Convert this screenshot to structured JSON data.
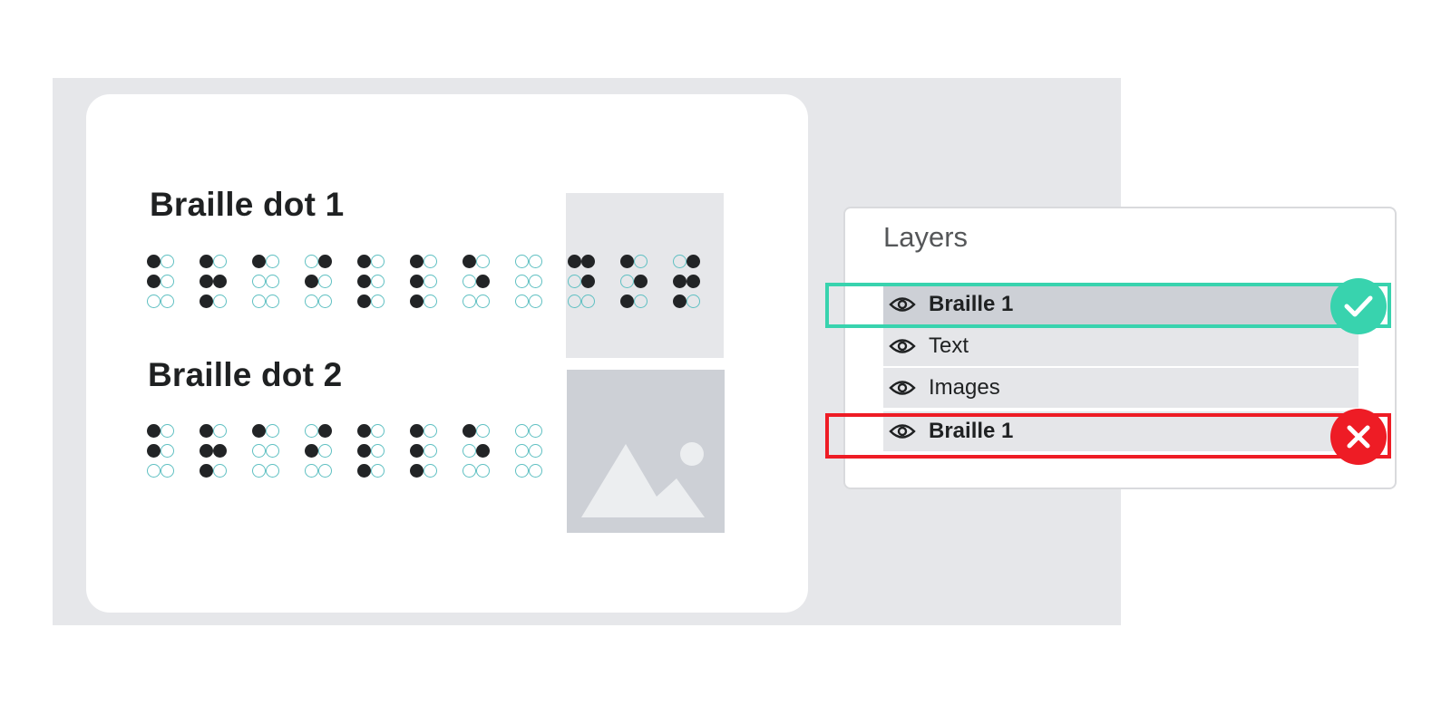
{
  "canvas": {
    "headings": [
      "Braille dot 1",
      "Braille dot 2"
    ],
    "braille_row_1": [
      [
        1,
        0,
        1,
        0,
        0,
        0
      ],
      [
        1,
        0,
        1,
        1,
        1,
        0
      ],
      [
        1,
        0,
        0,
        0,
        0,
        0
      ],
      [
        0,
        1,
        1,
        0,
        0,
        0
      ],
      [
        1,
        0,
        1,
        0,
        1,
        0
      ],
      [
        1,
        0,
        1,
        0,
        1,
        0
      ],
      [
        1,
        0,
        0,
        1,
        0,
        0
      ],
      [
        0,
        0,
        0,
        0,
        0,
        0
      ],
      [
        1,
        1,
        0,
        1,
        0,
        0
      ],
      [
        1,
        0,
        0,
        1,
        1,
        0
      ],
      [
        0,
        1,
        1,
        1,
        1,
        0
      ]
    ],
    "braille_row_2": [
      [
        1,
        0,
        1,
        0,
        0,
        0
      ],
      [
        1,
        0,
        1,
        1,
        1,
        0
      ],
      [
        1,
        0,
        0,
        0,
        0,
        0
      ],
      [
        0,
        1,
        1,
        0,
        0,
        0
      ],
      [
        1,
        0,
        1,
        0,
        1,
        0
      ],
      [
        1,
        0,
        1,
        0,
        1,
        0
      ],
      [
        1,
        0,
        0,
        1,
        0,
        0
      ],
      [
        0,
        0,
        0,
        0,
        0,
        0
      ]
    ]
  },
  "layers_panel": {
    "title": "Layers",
    "items": [
      {
        "label": "Braille 1",
        "icon": "eye-icon",
        "bold": true,
        "selected": true,
        "status": "correct"
      },
      {
        "label": "Text",
        "icon": "eye-icon",
        "bold": false,
        "selected": false
      },
      {
        "label": "Images",
        "icon": "eye-icon",
        "bold": false,
        "selected": false
      },
      {
        "label": "Braille 1",
        "icon": "eye-icon",
        "bold": true,
        "selected": false,
        "status": "incorrect"
      }
    ]
  },
  "colors": {
    "correct": "#38d3ae",
    "incorrect": "#ee1c25",
    "dot_outline": "#5fc0c2",
    "dot_fill": "#222426"
  }
}
